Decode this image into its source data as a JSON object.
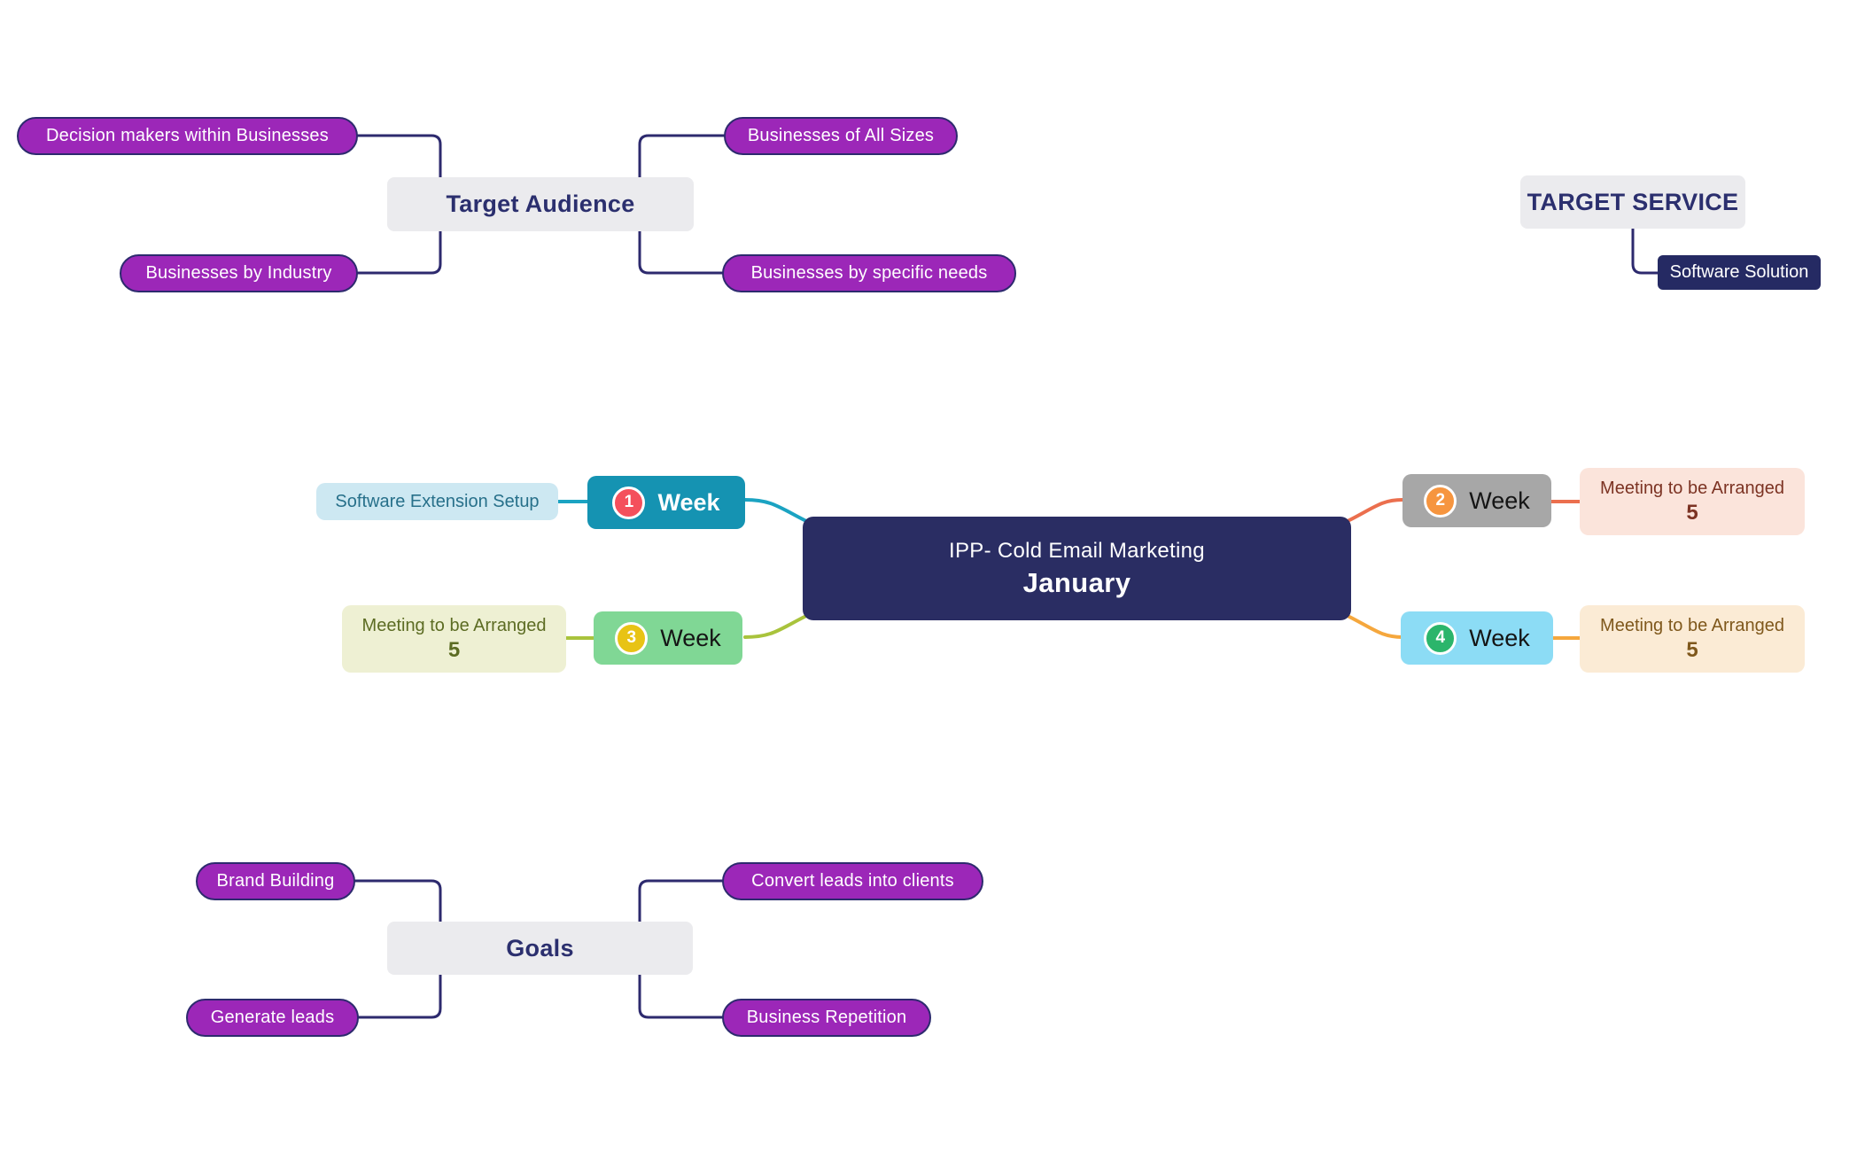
{
  "central": {
    "title": "IPP- Cold Email Marketing",
    "subtitle": "January"
  },
  "target_audience": {
    "title": "Target Audience",
    "items": [
      "Decision makers within Businesses",
      "Businesses by Industry",
      "Businesses of All Sizes",
      "Businesses by specific needs"
    ]
  },
  "target_service": {
    "title": "TARGET SERVICE",
    "item": "Software Solution"
  },
  "weeks": [
    {
      "num": "1",
      "label": "Week",
      "note": "Software Extension Setup"
    },
    {
      "num": "2",
      "label": "Week",
      "note_line1": "Meeting to be Arranged",
      "note_line2": "5"
    },
    {
      "num": "3",
      "label": "Week",
      "note_line1": "Meeting to be Arranged",
      "note_line2": "5"
    },
    {
      "num": "4",
      "label": "Week",
      "note_line1": "Meeting to be Arranged",
      "note_line2": "5"
    }
  ],
  "goals": {
    "title": "Goals",
    "items": [
      "Brand Building",
      "Generate leads",
      "Convert leads into clients",
      "Business Repetition"
    ]
  },
  "colors": {
    "subtopic_purple": "#9c27b8",
    "outline_navy": "#2d2a6e",
    "topic_gray": "#ebebee",
    "topic_text_navy": "#2b2f6e",
    "central_navy": "#2a2d63",
    "week1_teal": "#1593b2",
    "week1_badge_red": "#f4505c",
    "week1_note_bg": "#cde8f2",
    "week1_note_text": "#27708a",
    "week2_gray": "#a7a7a7",
    "week2_badge_orange": "#f6953f",
    "week2_note_bg": "#fbe4db",
    "week2_note_text": "#7c3323",
    "week3_green": "#80d795",
    "week3_badge_yellow": "#e8c315",
    "week3_note_bg": "#eef0d3",
    "week3_note_text": "#5c6c23",
    "week4_blue": "#8cdcf5",
    "week4_badge_green": "#2bb56b",
    "week4_note_bg": "#fbebd5",
    "week4_note_text": "#7f581c",
    "connector_teal": "#1ba3c2",
    "connector_salmon": "#eb6f4e",
    "connector_yellow_green": "#a9c33c",
    "connector_amber": "#f5a73d"
  }
}
